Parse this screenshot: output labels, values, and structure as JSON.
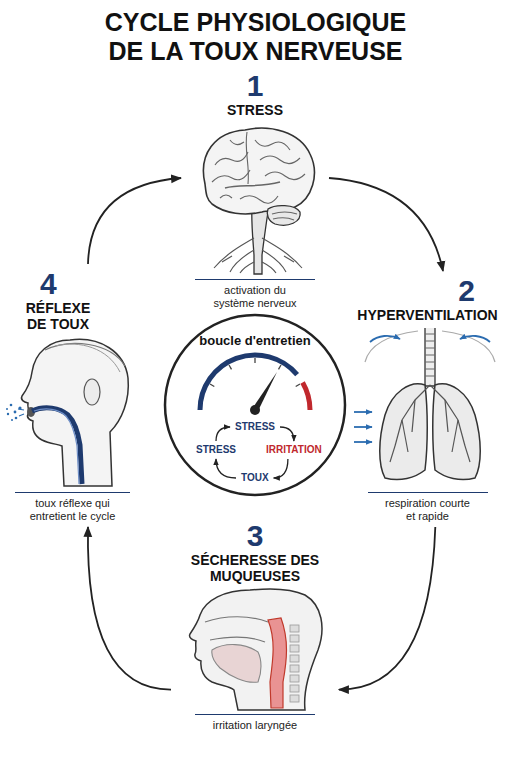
{
  "diagram": {
    "title": "CYCLE PHYSIOLOGIQUE DE LA TOUX NERVEUSE",
    "nodes": [
      {
        "text": [
          "1",
          "STRESS",
          "activation du système nerveux"
        ]
      },
      {
        "text": [
          "2",
          "HYPERVENTILATION",
          "respiration courte et rapide"
        ]
      },
      {
        "text": [
          "3",
          "SÉCHERESSE DES MUQUEUSES",
          "irritation laryngée"
        ]
      },
      {
        "text": [
          "4",
          "RÉFLEXE DE TOUX",
          "toux réflexe qui entretient le cycle"
        ]
      },
      {
        "text": [
          "boucle d'entretien"
        ]
      },
      {
        "text": [
          "STRESS"
        ],
        "in": 4
      },
      {
        "text": [
          "IRRITATION"
        ],
        "in": 4
      },
      {
        "text": [
          "TOUX"
        ],
        "in": 4
      },
      {
        "text": [
          "STRESS"
        ],
        "in": 4
      }
    ],
    "edges": [
      {
        "from": 0,
        "to": 1,
        "arrow": "to"
      },
      {
        "from": 1,
        "to": 2,
        "arrow": "to"
      },
      {
        "from": 2,
        "to": 3,
        "arrow": "to"
      },
      {
        "from": 3,
        "to": 0,
        "arrow": "to"
      },
      {
        "from": 5,
        "to": 6,
        "arrow": "to"
      },
      {
        "from": 6,
        "to": 7,
        "arrow": "to"
      },
      {
        "from": 7,
        "to": 8,
        "arrow": "to"
      },
      {
        "from": 8,
        "to": 5,
        "arrow": "to"
      }
    ]
  }
}
